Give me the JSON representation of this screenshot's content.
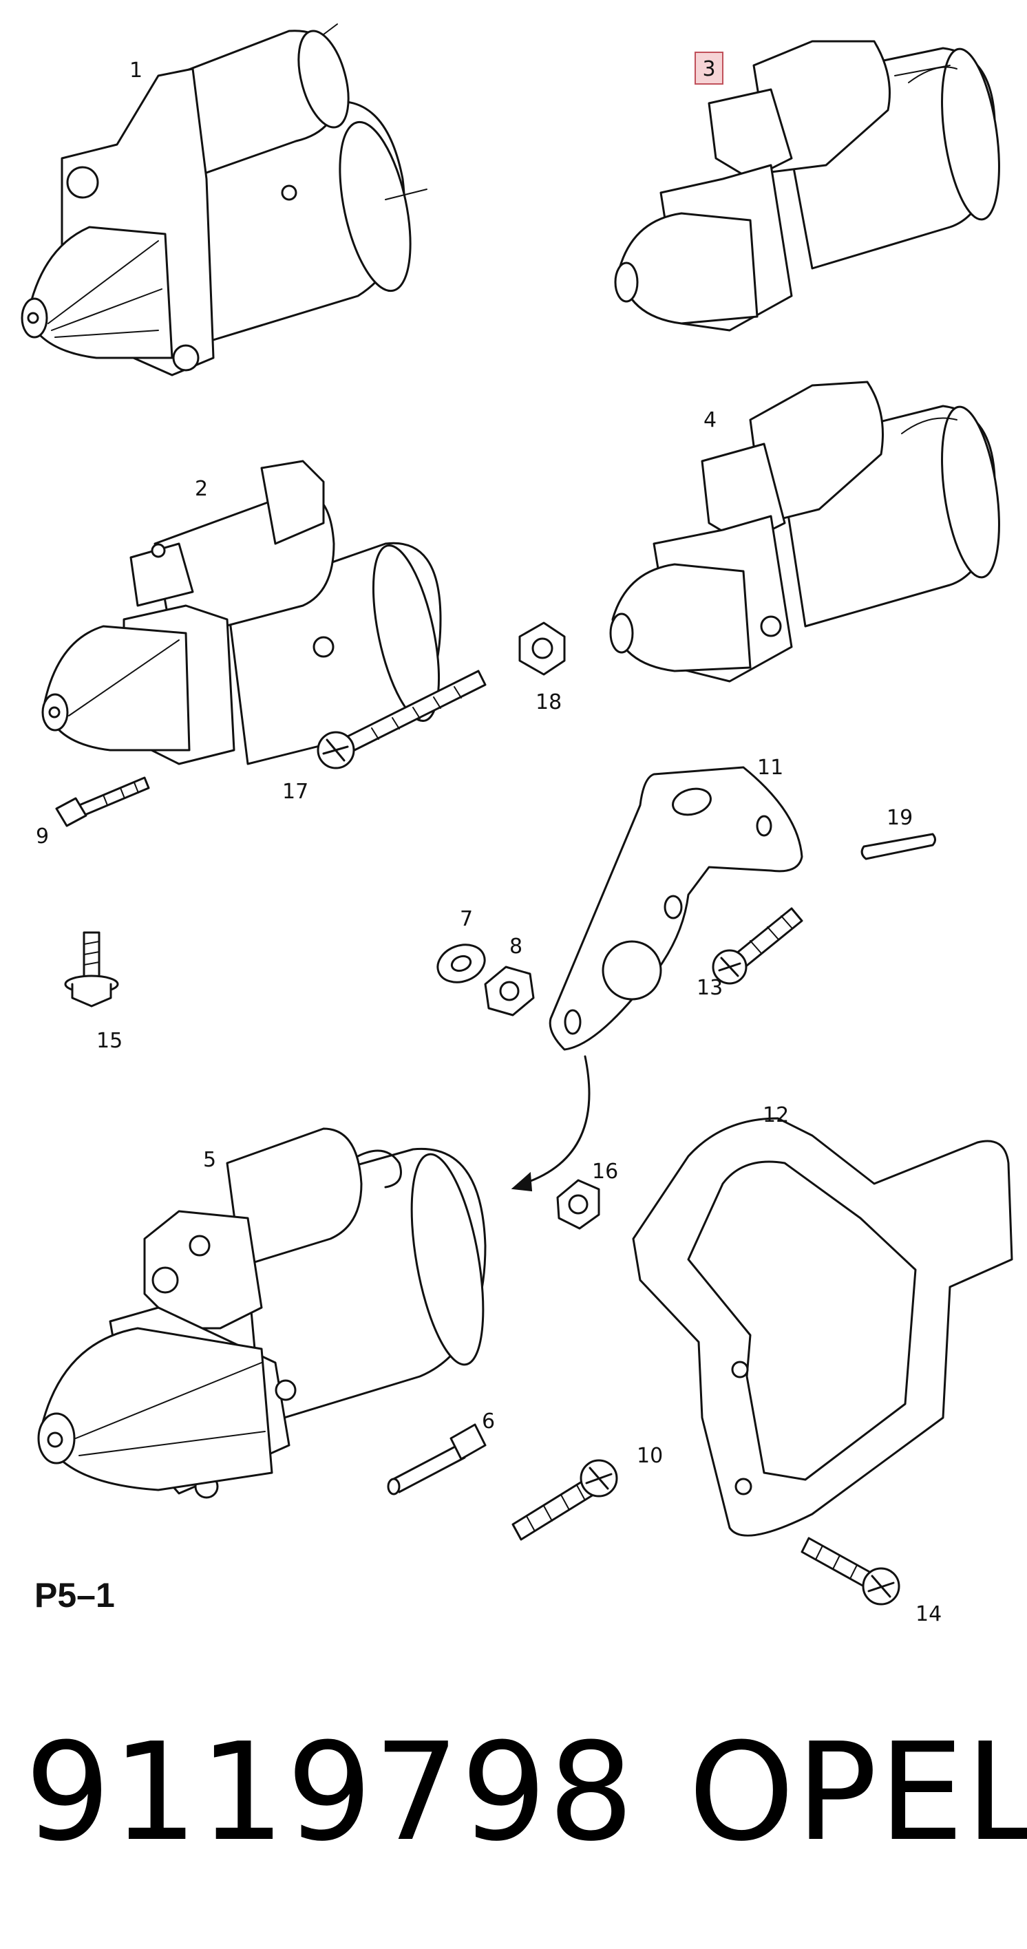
{
  "diagram": {
    "callouts": [
      "1",
      "2",
      "3",
      "4",
      "5",
      "6",
      "7",
      "8",
      "9",
      "10",
      "11",
      "12",
      "13",
      "14",
      "15",
      "16",
      "17",
      "18",
      "19"
    ],
    "highlighted_callout": "3",
    "page_code": "P5–1"
  },
  "footer": {
    "part_number": "9119798",
    "brand": "OPEL"
  }
}
